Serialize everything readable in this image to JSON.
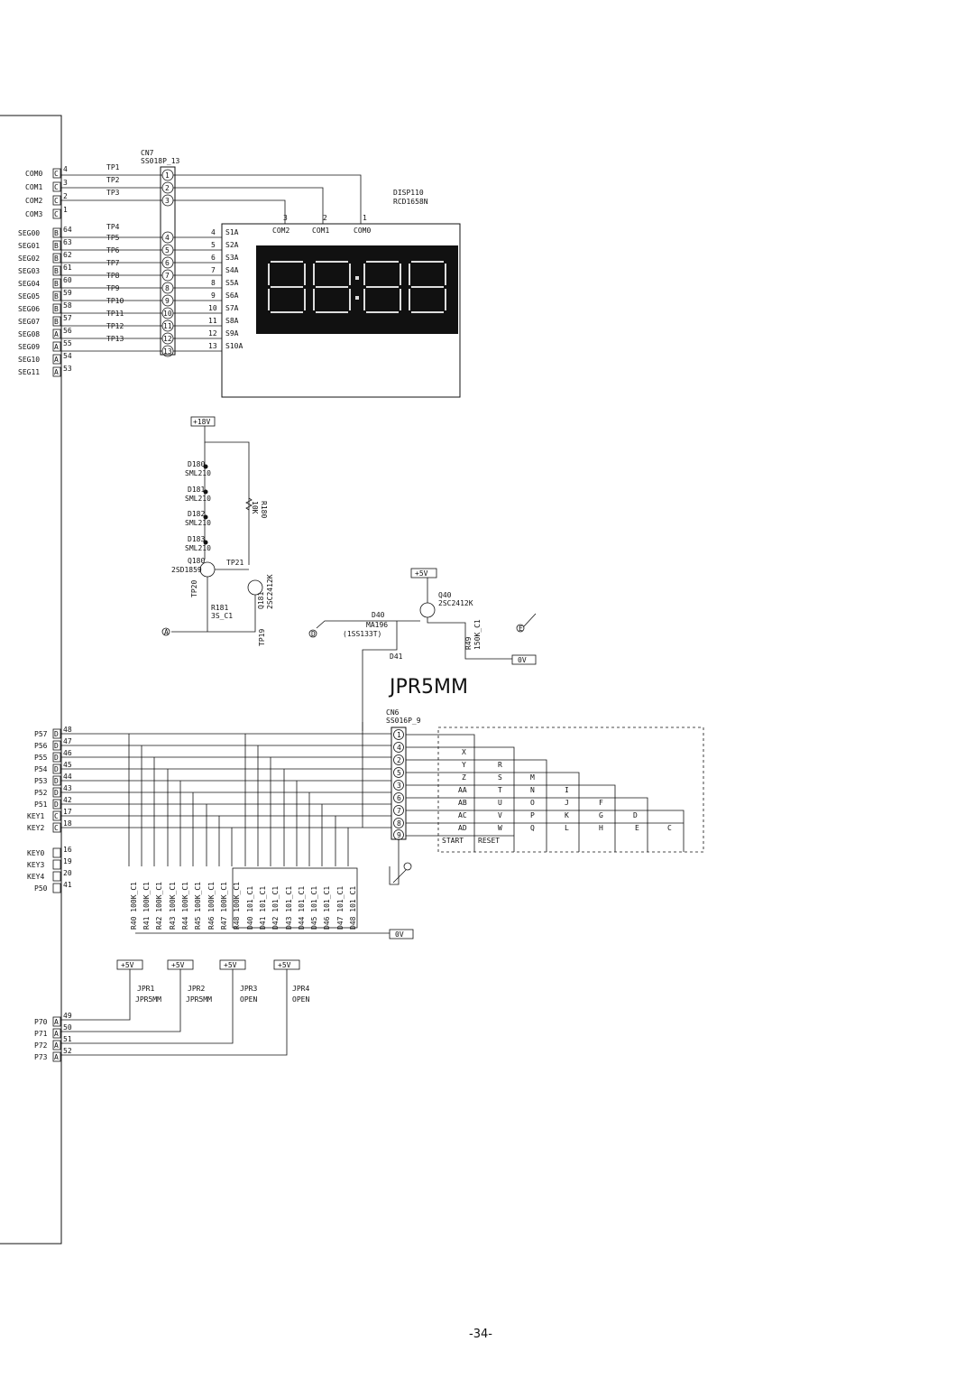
{
  "page_number": "-34-",
  "mcu_pins": {
    "com": [
      {
        "name": "COM0",
        "type": "C",
        "pin": "4"
      },
      {
        "name": "COM1",
        "type": "C",
        "pin": "3"
      },
      {
        "name": "COM2",
        "type": "C",
        "pin": "2"
      },
      {
        "name": "COM3",
        "type": "C",
        "pin": "1"
      }
    ],
    "seg": [
      {
        "name": "SEG00",
        "type": "B",
        "pin": "64"
      },
      {
        "name": "SEG01",
        "type": "B",
        "pin": "63"
      },
      {
        "name": "SEG02",
        "type": "B",
        "pin": "62"
      },
      {
        "name": "SEG03",
        "type": "B",
        "pin": "61"
      },
      {
        "name": "SEG04",
        "type": "B",
        "pin": "60"
      },
      {
        "name": "SEG05",
        "type": "B",
        "pin": "59"
      },
      {
        "name": "SEG06",
        "type": "B",
        "pin": "58"
      },
      {
        "name": "SEG07",
        "type": "B",
        "pin": "57"
      },
      {
        "name": "SEG08",
        "type": "A",
        "pin": "56"
      },
      {
        "name": "SEG09",
        "type": "A",
        "pin": "55"
      },
      {
        "name": "SEG10",
        "type": "A",
        "pin": "54"
      },
      {
        "name": "SEG11",
        "type": "A",
        "pin": "53"
      }
    ],
    "port": [
      {
        "name": "P57",
        "type": "D",
        "pin": "48"
      },
      {
        "name": "P56",
        "type": "D",
        "pin": "47"
      },
      {
        "name": "P55",
        "type": "D",
        "pin": "46"
      },
      {
        "name": "P54",
        "type": "D",
        "pin": "45"
      },
      {
        "name": "P53",
        "type": "D",
        "pin": "44"
      },
      {
        "name": "P52",
        "type": "D",
        "pin": "43"
      },
      {
        "name": "P51",
        "type": "D",
        "pin": "42"
      },
      {
        "name": "KEY1",
        "type": "C",
        "pin": "17"
      },
      {
        "name": "KEY2",
        "type": "C",
        "pin": "18"
      }
    ],
    "key": [
      {
        "name": "KEY0",
        "type": "",
        "pin": "16"
      },
      {
        "name": "KEY3",
        "type": "",
        "pin": "19"
      },
      {
        "name": "KEY4",
        "type": "",
        "pin": "20"
      },
      {
        "name": "P50",
        "type": "",
        "pin": "41"
      }
    ],
    "p7": [
      {
        "name": "P70",
        "type": "A",
        "pin": "49"
      },
      {
        "name": "P71",
        "type": "A",
        "pin": "50"
      },
      {
        "name": "P72",
        "type": "A",
        "pin": "51"
      },
      {
        "name": "P73",
        "type": "A",
        "pin": "52"
      }
    ]
  },
  "cn7": {
    "ref": "CN7",
    "part": "SS018P_13",
    "tps": [
      "TP1",
      "TP2",
      "TP3",
      "TP4",
      "TP5",
      "TP6",
      "TP7",
      "TP8",
      "TP9",
      "TP10",
      "TP11",
      "TP12",
      "TP13"
    ],
    "pins": [
      "1",
      "2",
      "3",
      "4",
      "5",
      "6",
      "7",
      "8",
      "9",
      "10",
      "11",
      "12",
      "13"
    ]
  },
  "display": {
    "ref": "DISP110",
    "part": "RCD1658N",
    "com_labels": [
      "COM2",
      "COM1",
      "COM0"
    ],
    "com_pins": [
      "3",
      "2",
      "1"
    ],
    "seg_pins": [
      "4",
      "5",
      "6",
      "7",
      "8",
      "9",
      "10",
      "11",
      "12",
      "13"
    ],
    "seg_labels": [
      "S1A",
      "S2A",
      "S3A",
      "S4A",
      "S5A",
      "S6A",
      "S7A",
      "S8A",
      "S9A",
      "S10A"
    ]
  },
  "power": {
    "v18": "+18V",
    "v5": "+5V",
    "gnd": "0V"
  },
  "leds": [
    {
      "ref": "D180",
      "part": "SML210"
    },
    {
      "ref": "D181",
      "part": "SML210"
    },
    {
      "ref": "D182",
      "part": "SML210"
    },
    {
      "ref": "D183",
      "part": "SML210"
    }
  ],
  "driver": {
    "q180": "Q180",
    "q180_part": "2SD1859",
    "q181": "Q181",
    "q181_part": "2SC2412K",
    "r180": "R180",
    "r180_val": "10K",
    "r181": "R181",
    "r181_val": "3S_C1",
    "tp20": "TP20",
    "tp21": "TP21",
    "tp19": "TP19",
    "node_a": "A"
  },
  "reset": {
    "d40": "D40",
    "d40_part": "MA196",
    "d40_alt": "(1SS133T)",
    "q40": "Q40",
    "q40_part": "2SC2412K",
    "r49": "R49",
    "r49_val": "150K_C1",
    "d41": "D41",
    "node_d": "D",
    "node_e": "E"
  },
  "jumper_label": "JPR5MM",
  "cn6": {
    "ref": "CN6",
    "part": "SS016P_9",
    "pins": [
      "1",
      "4",
      "2",
      "5",
      "3",
      "6",
      "7",
      "8",
      "9"
    ]
  },
  "keys": {
    "rows": [
      [
        "X"
      ],
      [
        "Y",
        "R"
      ],
      [
        "Z",
        "S",
        "M"
      ],
      [
        "AA",
        "T",
        "N",
        "I"
      ],
      [
        "AB",
        "U",
        "O",
        "J",
        "F"
      ],
      [
        "AC",
        "V",
        "P",
        "K",
        "G",
        "D"
      ],
      [
        "AD",
        "W",
        "Q",
        "L",
        "H",
        "E",
        "C"
      ],
      [
        "START",
        "RESET"
      ]
    ]
  },
  "resistors": [
    "R40  100K_C1",
    "R41  100K_C1",
    "R42  100K_C1",
    "R43  100K_C1",
    "R44  100K_C1",
    "R45  100K_C1",
    "R46  100K_C1",
    "R47  100K_C1",
    "R48  100K_C1"
  ],
  "diodes": [
    "D40  101_C1",
    "D41  101_C1",
    "D42  101_C1",
    "D43  101_C1",
    "D44  101_C1",
    "D45  101_C1",
    "D46  101_C1",
    "D47  101_C1",
    "D48  101_C1"
  ],
  "jumpers": [
    {
      "ref": "JPR1",
      "state": "JPR5MM"
    },
    {
      "ref": "JPR2",
      "state": "JPR5MM"
    },
    {
      "ref": "JPR3",
      "state": "OPEN"
    },
    {
      "ref": "JPR4",
      "state": "OPEN"
    }
  ]
}
